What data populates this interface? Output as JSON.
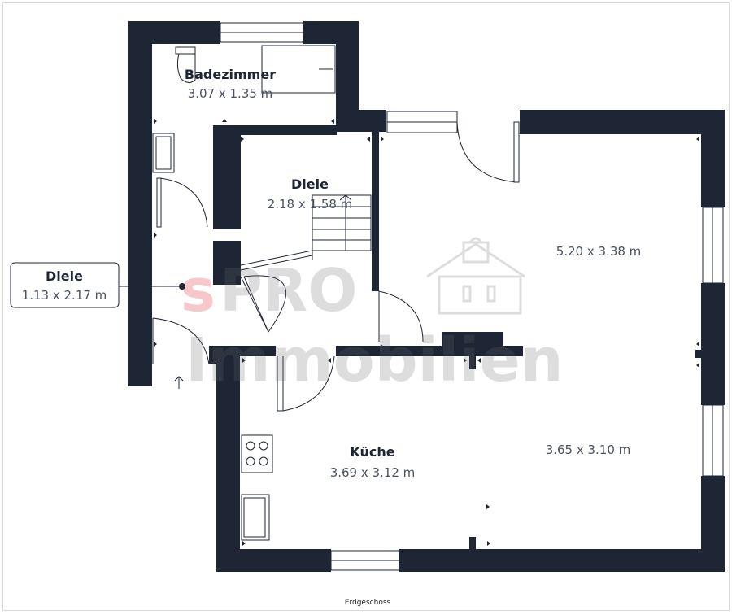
{
  "plan": {
    "floor_label": "Erdgeschoss",
    "wall_color": "#1e2535",
    "text_color": "#1e2535",
    "dim_color": "#4a5260",
    "rooms": [
      {
        "name": "Badezimmer",
        "dims": "3.07 x 1.35 m"
      },
      {
        "name": "Diele",
        "dims": "2.18 x 1.58 m"
      },
      {
        "name": "",
        "dims": "5.20 x 3.38 m"
      },
      {
        "name": "Küche",
        "dims": "3.69 x 3.12 m"
      },
      {
        "name": "",
        "dims": "3.65 x 3.10 m"
      }
    ],
    "callout": {
      "name": "Diele",
      "dims": "1.13 x 2.17 m"
    }
  },
  "watermark": {
    "line1_prefix": "s",
    "line1_rest": "PRO",
    "line2": "Immobilien",
    "accent_color": "#e30613"
  }
}
